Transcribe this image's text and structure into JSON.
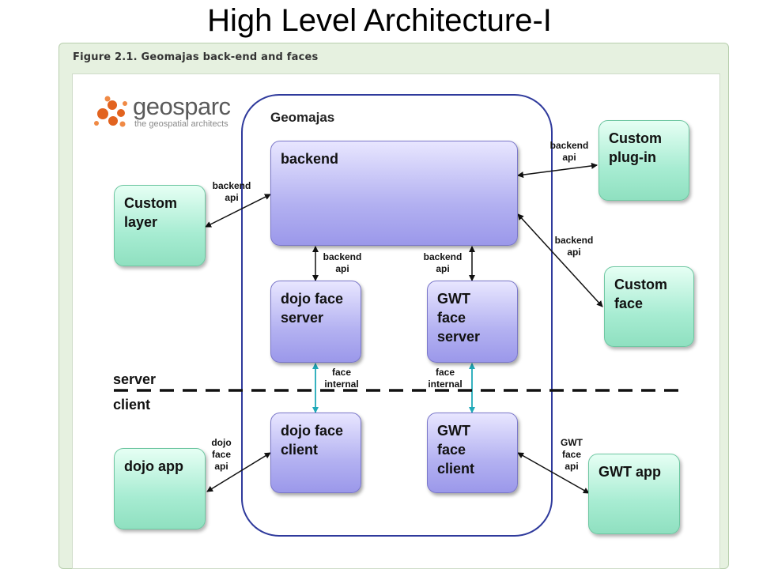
{
  "slide": {
    "title": "High Level Architecture-I"
  },
  "figure": {
    "caption": "Figure 2.1. Geomajas back-end and faces",
    "logo": {
      "word": "geosparc",
      "tagline": "the geospatial architects"
    },
    "container_label": "Geomajas",
    "boxes": {
      "backend": "backend",
      "dojo_face_server": "dojo face\nserver",
      "gwt_face_server": "GWT\nface\nserver",
      "dojo_face_client": "dojo face\nclient",
      "gwt_face_client": "GWT\nface\nclient",
      "custom_layer": "Custom\nlayer",
      "custom_plugin": "Custom\nplug-in",
      "custom_face": "Custom\nface",
      "dojo_app": "dojo app",
      "gwt_app": "GWT app"
    },
    "connector_labels": {
      "custom_layer_api": "backend\napi",
      "custom_plugin_api": "backend\napi",
      "custom_face_api": "backend\napi",
      "dojo_server_api": "backend\napi",
      "gwt_server_api": "backend\napi",
      "dojo_internal": "face\ninternal",
      "gwt_internal": "face\ninternal",
      "dojo_app_api": "dojo\nface\napi",
      "gwt_app_api": "GWT\nface\napi"
    },
    "zones": {
      "server": "server",
      "client": "client"
    },
    "colors": {
      "component_box": "#b3b1f1",
      "external_box": "#a7ecd2",
      "container_border": "#2f3a9c",
      "internal_arrow": "#1fa9b8",
      "logo_orange": "#e2631f"
    }
  }
}
